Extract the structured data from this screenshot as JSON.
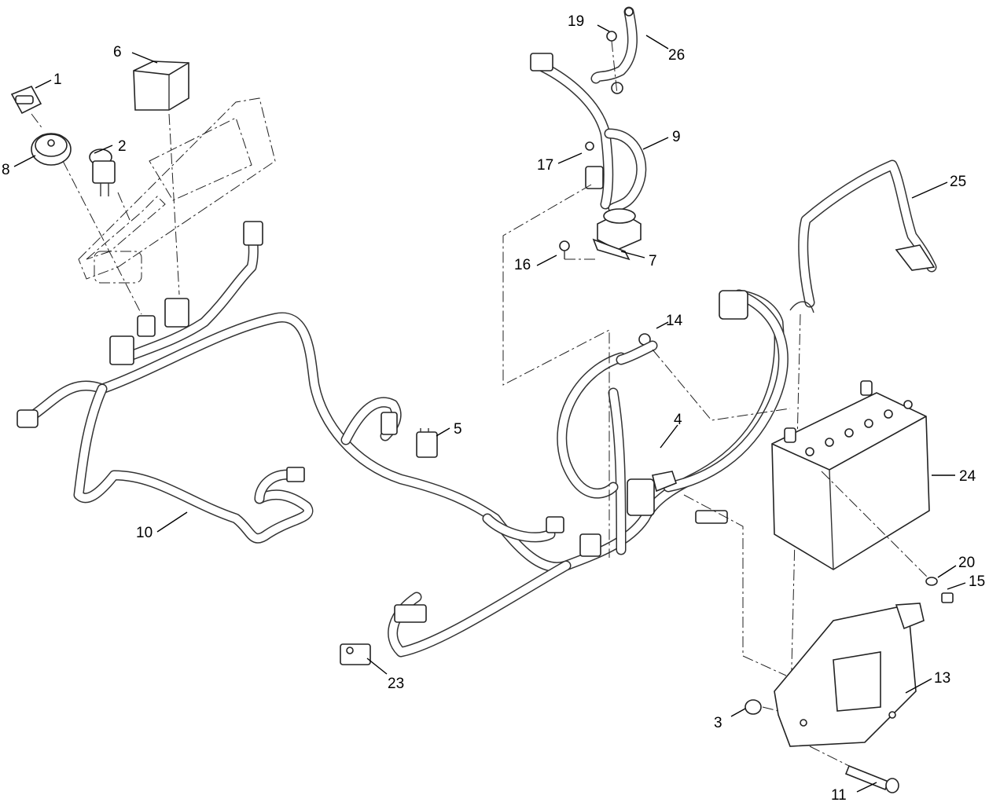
{
  "callouts": {
    "c1": "1",
    "c2": "2",
    "c3": "3",
    "c4": "4",
    "c5": "5",
    "c6": "6",
    "c7": "7",
    "c8": "8",
    "c9": "9",
    "c10": "10",
    "c11": "11",
    "c13": "13",
    "c14": "14",
    "c15": "15",
    "c16": "16",
    "c17": "17",
    "c19": "19",
    "c20": "20",
    "c23": "23",
    "c24": "24",
    "c25": "25",
    "c26": "26"
  },
  "parts": {
    "key": "key-icon",
    "ignition_switch": "ignition-switch-icon",
    "push_button_switch": "push-switch-icon",
    "cover_cap": "cover-cap-icon",
    "control_panel": "control-panel-icon",
    "solenoid": "solenoid-icon",
    "main_harness": "wire-harness-icon",
    "battery": "battery-icon",
    "battery_hold_down": "hold-down-rod-icon",
    "battery_tray": "battery-tray-icon"
  }
}
